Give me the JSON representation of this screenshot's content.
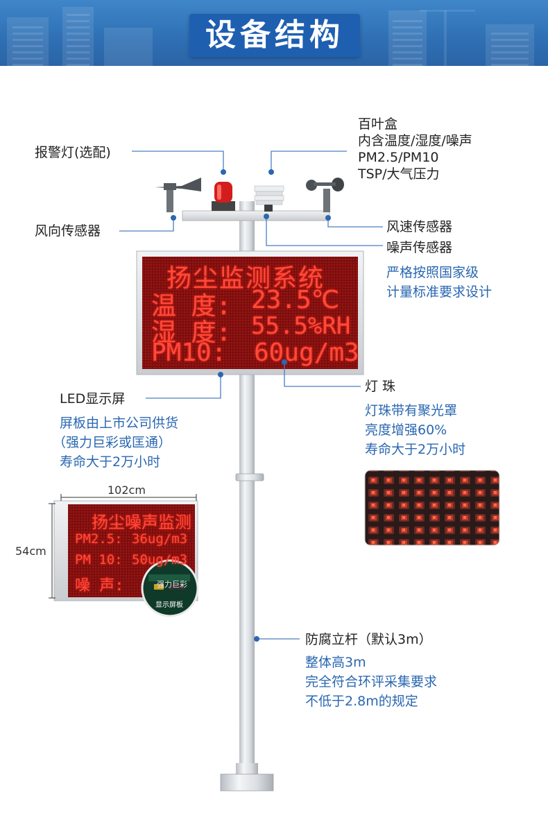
{
  "header": {
    "title": "设备结构"
  },
  "callouts": {
    "alarm_light": "报警灯(选配)",
    "louver_box": [
      "百叶盒",
      "内含温度/湿度/噪声",
      "PM2.5/PM10",
      "TSP/大气压力"
    ],
    "wind_direction": "风向传感器",
    "wind_speed": "风速传感器",
    "noise_sensor": "噪声传感器",
    "noise_desc": [
      "严格按照国家级",
      "计量标准要求设计"
    ],
    "led_screen": "LED显示屏",
    "led_desc": [
      "屏板由上市公司供货",
      "（强力巨彩或匡通）",
      "寿命大于2万小时"
    ],
    "lamp_bead": "灯 珠",
    "lamp_desc": [
      "灯珠带有聚光罩",
      "亮度增强60%",
      "寿命大于2万小时"
    ],
    "pole": "防腐立杆（默认3m）",
    "pole_desc": [
      "整体高3m",
      "完全符合环评采集要求",
      "不低于2.8m的规定"
    ]
  },
  "main_display": {
    "title": "扬尘监测系统",
    "rows": [
      {
        "label": "温 度:",
        "value": "23.5℃"
      },
      {
        "label": "湿 度:",
        "value": "55.5%RH"
      },
      {
        "label": "PM10:",
        "value": "60ug/m3"
      }
    ]
  },
  "small_display": {
    "width_label": "102cm",
    "height_label": "54cm",
    "title": "扬尘噪声监测",
    "rows": [
      {
        "label": "PM2.5:",
        "value": "36ug/m3"
      },
      {
        "label": "PM 10:",
        "value": "50ug/m3"
      },
      {
        "label": "噪 声:",
        "value": ""
      }
    ],
    "board_label": "显示屏板",
    "board_print": "强力巨彩"
  },
  "colors": {
    "header": "#2f6fb4",
    "accent": "#2a67b1",
    "led_red": "#ff4a3a",
    "led_bg": "#8a1010"
  }
}
